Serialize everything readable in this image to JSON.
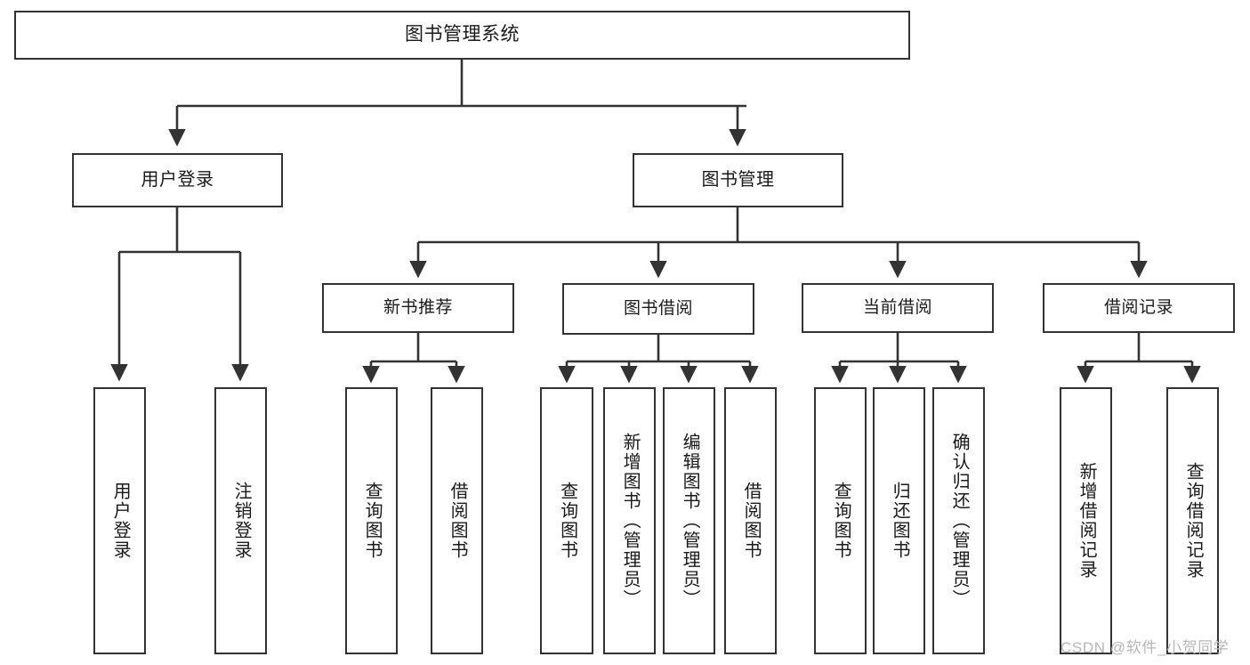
{
  "diagram": {
    "title": "图书管理系统",
    "type": "tree",
    "watermark": "CSDN @软件_小贺同学",
    "colors": {
      "box_border": "#333333",
      "box_fill": "#ffffff",
      "connector": "#333333",
      "text": "#1a1a1a",
      "watermark": "#b8b8b8",
      "background": "#ffffff"
    },
    "nodes": {
      "root": {
        "label": "图书管理系统"
      },
      "level2": [
        {
          "label": "用户登录"
        },
        {
          "label": "图书管理"
        }
      ],
      "level3": [
        {
          "label": "新书推荐"
        },
        {
          "label": "图书借阅"
        },
        {
          "label": "当前借阅"
        },
        {
          "label": "借阅记录"
        }
      ],
      "leaves": [
        {
          "label": "用户登录",
          "parent": "用户登录"
        },
        {
          "label": "注销登录",
          "parent": "用户登录"
        },
        {
          "label": "查询图书",
          "parent": "新书推荐"
        },
        {
          "label": "借阅图书",
          "parent": "新书推荐"
        },
        {
          "label": "查询图书",
          "parent": "图书借阅"
        },
        {
          "label": "新增图书（管理员）",
          "parent": "图书借阅"
        },
        {
          "label": "编辑图书（管理员）",
          "parent": "图书借阅"
        },
        {
          "label": "借阅图书",
          "parent": "图书借阅"
        },
        {
          "label": "查询图书",
          "parent": "当前借阅"
        },
        {
          "label": "归还图书",
          "parent": "当前借阅"
        },
        {
          "label": "确认归还（管理员）",
          "parent": "当前借阅"
        },
        {
          "label": "新增借阅记录",
          "parent": "借阅记录"
        },
        {
          "label": "查询借阅记录",
          "parent": "借阅记录"
        }
      ]
    }
  }
}
